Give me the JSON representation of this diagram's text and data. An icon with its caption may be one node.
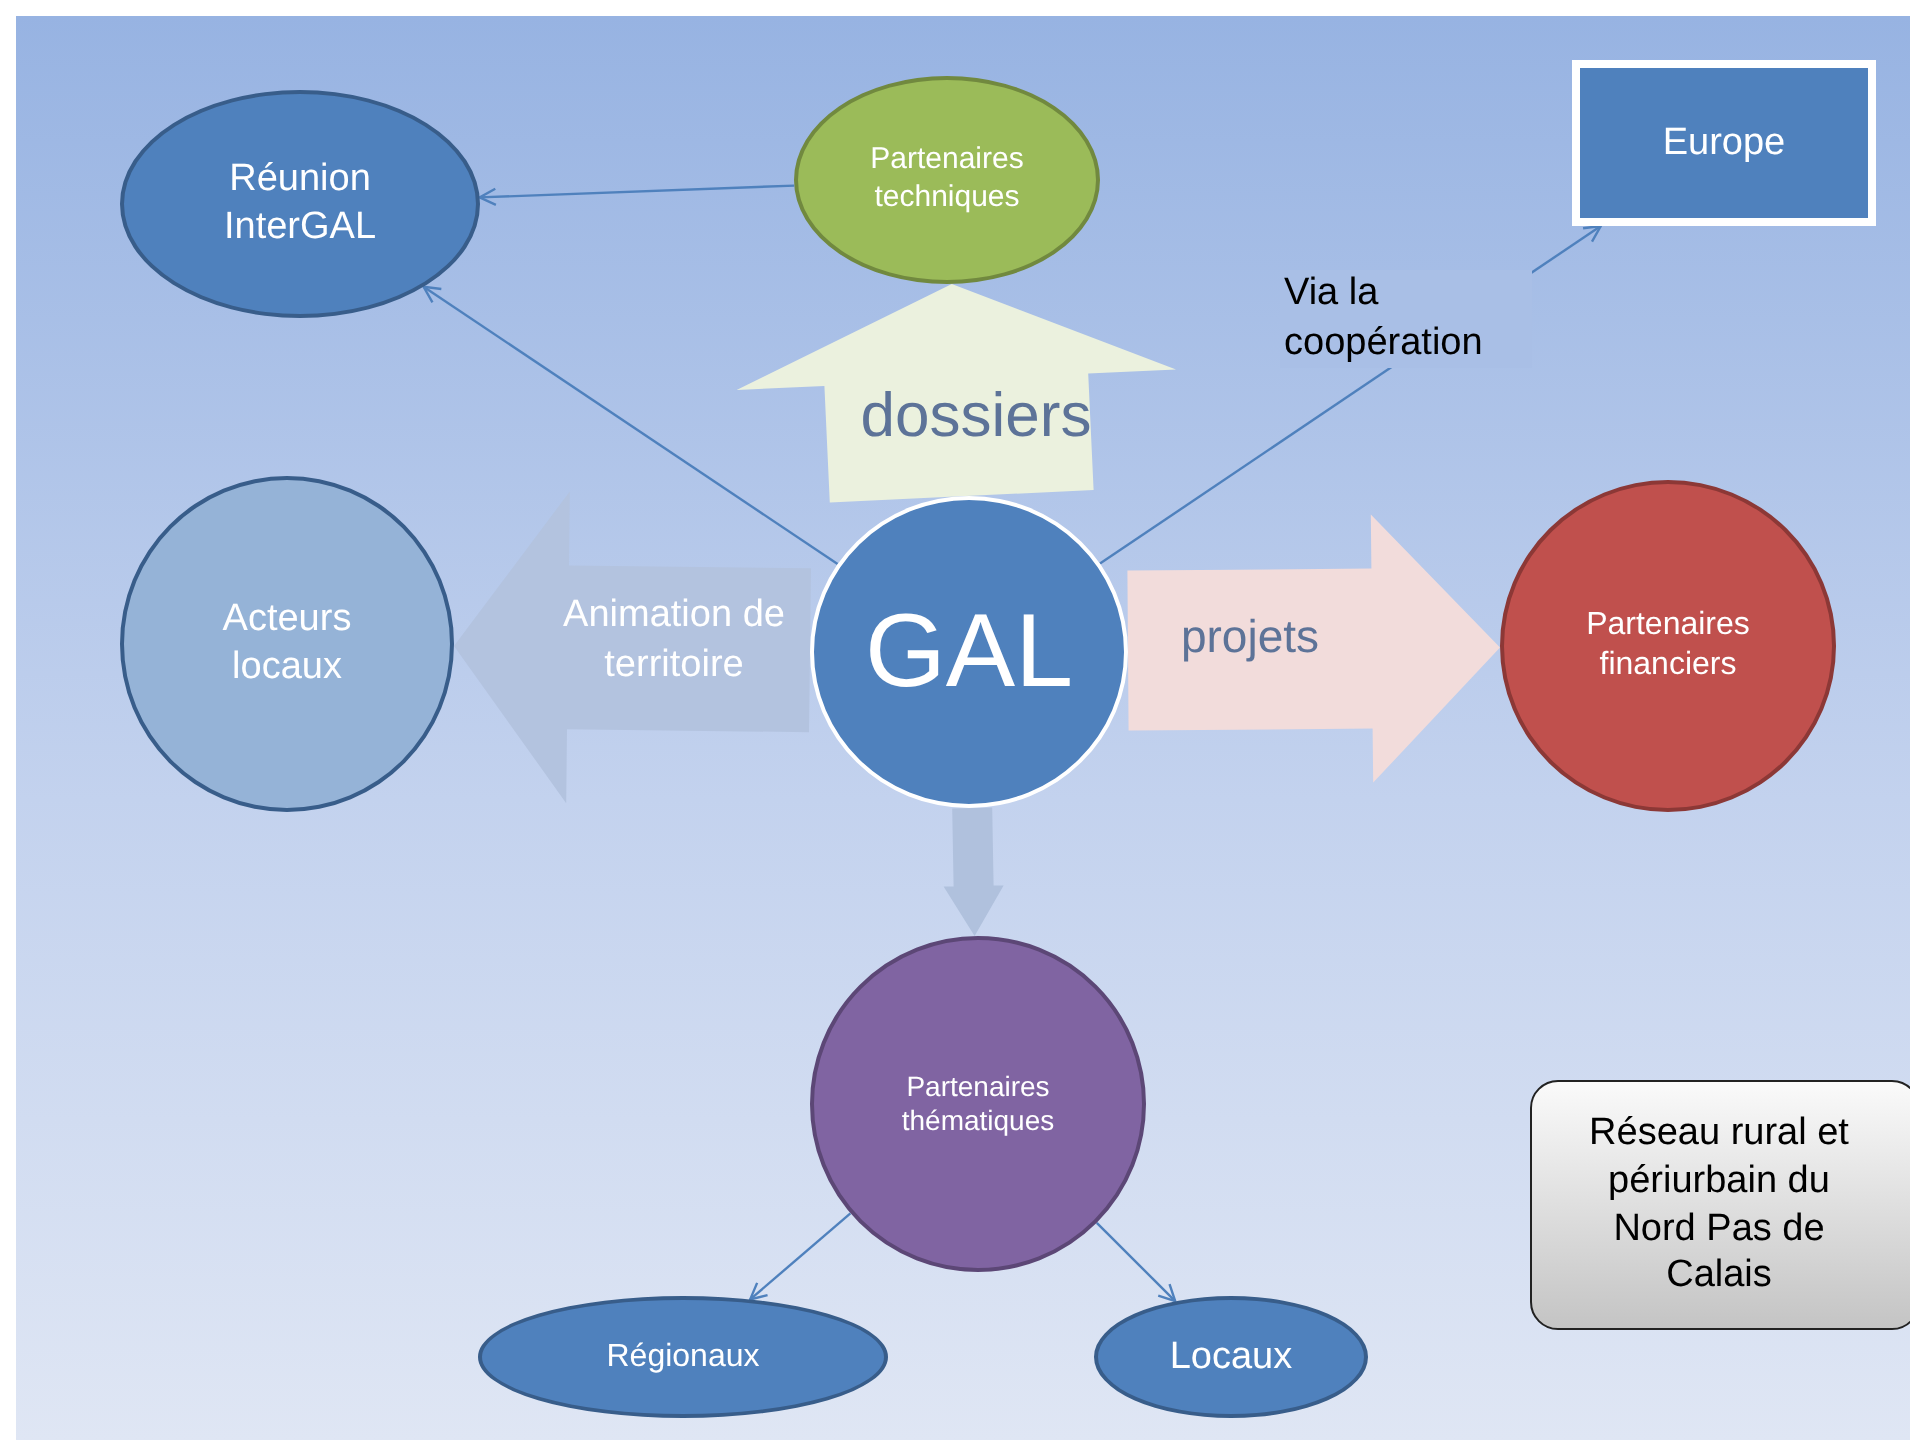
{
  "diagram": {
    "nodes": [
      {
        "text": [
          "Réunion InterGAL"
        ]
      },
      {
        "text": [
          "Partenaires techniques"
        ]
      },
      {
        "text": [
          "Europe"
        ]
      },
      {
        "text": [
          "Acteurs locaux"
        ]
      },
      {
        "text": [
          "GAL"
        ]
      },
      {
        "text": [
          "Partenaires financiers"
        ]
      },
      {
        "text": [
          "Partenaires thématiques"
        ]
      },
      {
        "text": [
          "Réseau rural et périurbain du Nord Pas de Calais"
        ]
      },
      {
        "text": [
          "Régionaux"
        ]
      },
      {
        "text": [
          "Locaux"
        ]
      }
    ],
    "edges": [
      {
        "from": 1,
        "to": 0,
        "arrow": "to"
      },
      {
        "from": 4,
        "to": 0,
        "arrow": "to"
      },
      {
        "from": 4,
        "to": 2,
        "arrow": "to",
        "label": "Via la coopération"
      },
      {
        "from": 4,
        "to": 1,
        "arrow": "to",
        "label": "dossiers",
        "style": "thick",
        "color": "#ebf1de"
      },
      {
        "from": 4,
        "to": 3,
        "arrow": "to",
        "label": "Animation de territoire",
        "style": "thick",
        "color": "#b3c3df"
      },
      {
        "from": 4,
        "to": 5,
        "arrow": "to",
        "label": "projets",
        "style": "thick",
        "color": "#f2dcdb"
      },
      {
        "from": 4,
        "to": 6,
        "arrow": "to",
        "style": "thick",
        "color": "#b0c1dd"
      },
      {
        "from": 6,
        "to": 8,
        "arrow": "to"
      },
      {
        "from": 6,
        "to": 9,
        "arrow": "to"
      }
    ]
  }
}
